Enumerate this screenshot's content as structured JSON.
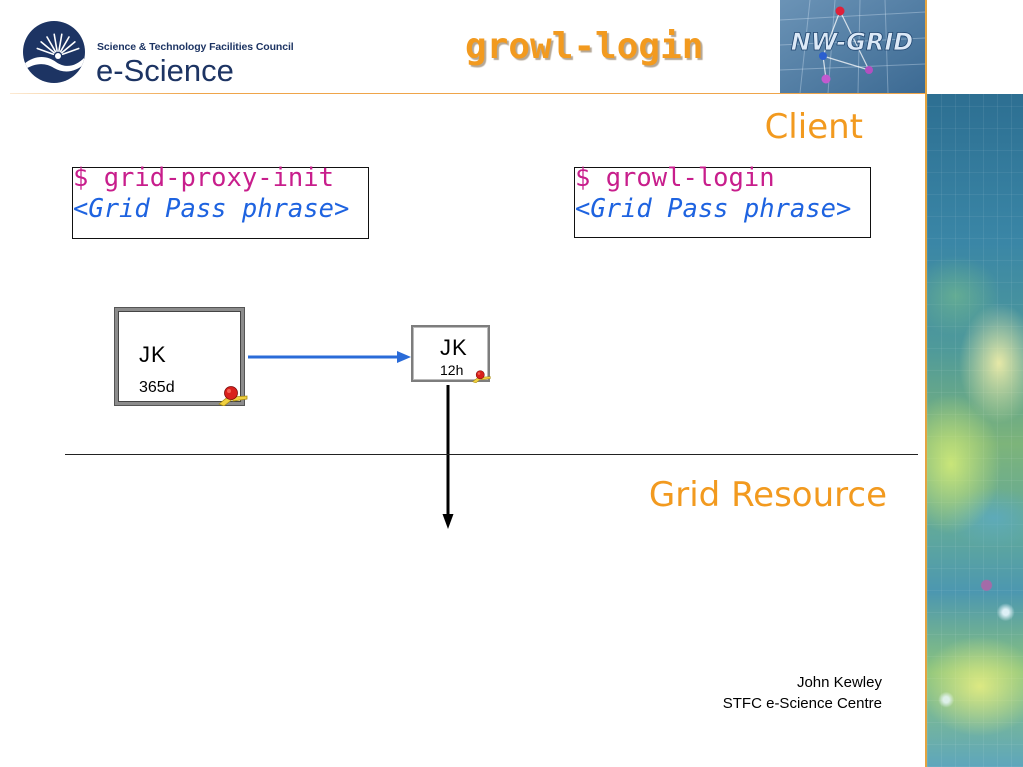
{
  "header": {
    "organisation": "Science & Technology Facilities Council",
    "brand": "e-Science",
    "title": "growl-login",
    "partner_logo": "NW-GRID"
  },
  "client_section": {
    "label": "Client",
    "commands": [
      {
        "command": "$ grid-proxy-init",
        "prompt": "<Grid Pass phrase>"
      },
      {
        "command": "$ growl-login",
        "prompt": "<Grid Pass phrase>"
      }
    ],
    "certificates": [
      {
        "owner": "JK",
        "lifetime": "365d"
      },
      {
        "owner": "JK",
        "lifetime": "12h"
      }
    ]
  },
  "resource_section": {
    "label": "Grid Resource"
  },
  "footer": {
    "author": "John Kewley",
    "organisation": "STFC e-Science Centre"
  },
  "icons": {
    "organisation_logo": "stfc-logo-icon",
    "partner_logo": "nw-grid-logo-icon",
    "certificate_seal": "certificate-seal-icon",
    "delegation_arrow": "right-arrow-icon",
    "transfer_arrow": "down-arrow-icon"
  },
  "colors": {
    "accent": "#f29a1f",
    "command": "#c81e8c",
    "prompt": "#1e63e0",
    "brand": "#1d3463",
    "delegation_arrow": "#2a6bd8"
  }
}
